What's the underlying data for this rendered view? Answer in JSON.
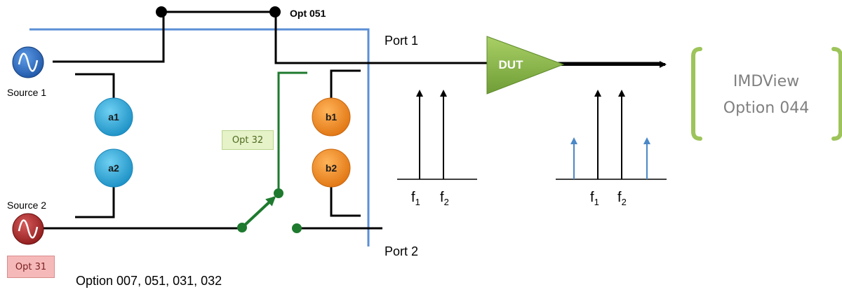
{
  "labels": {
    "opt051": "Opt 051",
    "port1": "Port 1",
    "port2": "Port 2",
    "source1": "Source 1",
    "source2": "Source 2",
    "dut": "DUT",
    "a1": "a1",
    "a2": "a2",
    "b1": "b1",
    "b2": "b2",
    "opt32": "Opt 32",
    "opt31": "Opt 31",
    "options": "Option 007, 051, 031, 032",
    "imdview_line1": "IMDView",
    "imdview_line2": "Option 044",
    "f1": "f",
    "f1_sub": "1",
    "f2": "f",
    "f2_sub": "2"
  },
  "colors": {
    "port_line": "#5b8fd6",
    "switch_green": "#1e7a2e",
    "source1": "#2c6fc2",
    "source2": "#b22a2a",
    "receiver_a": "#29a9dc",
    "receiver_b": "#ef8a1c",
    "dut": "#8dbb4a",
    "bracket": "#9dc45a",
    "imd_arrow": "#4a88c7"
  },
  "icons": {
    "source1": "sine-wave-icon",
    "source2": "sine-wave-icon"
  }
}
